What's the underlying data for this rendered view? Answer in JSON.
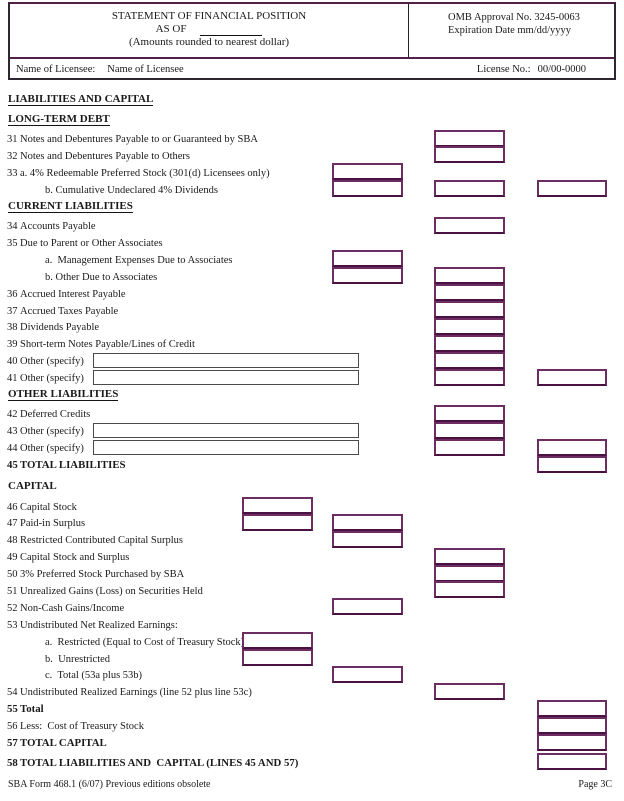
{
  "header": {
    "title": "STATEMENT OF FINANCIAL POSITION",
    "as_of_label": "AS OF",
    "subtitle": "(Amounts rounded to nearest dollar)",
    "omb_line1": "OMB Approval No. 3245-0063",
    "omb_line2": "Expiration Date  mm/dd/yyyy",
    "licensee_label": "Name of Licensee:",
    "licensee_value": "Name of Licensee",
    "license_no_label": "License No.:",
    "license_no_value": "00/00-0000"
  },
  "rows": [
    {
      "t": "h1",
      "label": "LIABILITIES AND CAPITAL"
    },
    {
      "t": "h2",
      "label": "LONG-TERM DEBT"
    },
    {
      "t": "item",
      "num": "31",
      "label": "Notes and Debentures Payable to or Guaranteed by SBA",
      "boxes": [
        "b"
      ]
    },
    {
      "t": "item",
      "num": "32",
      "label": "Notes and Debentures Payable to Others",
      "boxes": [
        "b"
      ]
    },
    {
      "t": "item",
      "num": "33",
      "label": "a. 4% Redeemable Preferred Stock (301(d) Licensees only)",
      "boxes": [
        "a"
      ]
    },
    {
      "t": "item",
      "num": "",
      "indent": 1,
      "label": "b. Cumulative Undeclared 4% Dividends",
      "boxes": [
        "a",
        "b",
        "c"
      ]
    },
    {
      "t": "h2",
      "label": "CURRENT LIABILITIES"
    },
    {
      "t": "item",
      "num": "34",
      "label": "Accounts Payable",
      "boxes": [
        "b"
      ]
    },
    {
      "t": "item",
      "num": "35",
      "label": "Due to Parent or Other Associates",
      "boxes": []
    },
    {
      "t": "item",
      "num": "",
      "indent": 1,
      "label": "a.  Management Expenses Due to Associates",
      "boxes": [
        "a"
      ]
    },
    {
      "t": "item",
      "num": "",
      "indent": 1,
      "label": "b. Other Due to Associates",
      "boxes": [
        "a",
        "b"
      ]
    },
    {
      "t": "item",
      "num": "36",
      "label": "Accrued Interest Payable",
      "boxes": [
        "b"
      ]
    },
    {
      "t": "item",
      "num": "37",
      "label": "Accrued Taxes Payable",
      "boxes": [
        "b"
      ]
    },
    {
      "t": "item",
      "num": "38",
      "label": "Dividends Payable",
      "boxes": [
        "b"
      ]
    },
    {
      "t": "item",
      "num": "39",
      "label": "Short-term Notes Payable/Lines of Credit",
      "boxes": [
        "b"
      ]
    },
    {
      "t": "item",
      "num": "40",
      "label": "Other (specify)",
      "input": true,
      "boxes": [
        "b"
      ]
    },
    {
      "t": "item",
      "num": "41",
      "label": "Other (specify)",
      "input": true,
      "boxes": [
        "b",
        "c"
      ]
    },
    {
      "t": "h2",
      "label": "OTHER LIABILITIES"
    },
    {
      "t": "item",
      "num": "42",
      "label": "Deferred Credits",
      "boxes": [
        "b"
      ]
    },
    {
      "t": "item",
      "num": "43",
      "label": "Other (specify)",
      "input": true,
      "boxes": [
        "b"
      ]
    },
    {
      "t": "item",
      "num": "44",
      "label": "Other (specify)",
      "input": true,
      "boxes": [
        "b",
        "c"
      ]
    },
    {
      "t": "item",
      "num": "45",
      "label": "TOTAL LIABILITIES",
      "bold": true,
      "boxes": [
        "c"
      ]
    },
    {
      "t": "h2",
      "label": "CAPITAL",
      "underline": false,
      "gapTop": true
    },
    {
      "t": "item",
      "num": "46",
      "label": "Capital Stock",
      "boxes": [
        "z"
      ]
    },
    {
      "t": "item",
      "num": "47",
      "label": "Paid-in Surplus",
      "boxes": [
        "z",
        "a"
      ]
    },
    {
      "t": "item",
      "num": "48",
      "label": "Restricted Contributed Capital Surplus",
      "boxes": [
        "a"
      ]
    },
    {
      "t": "item",
      "num": "49",
      "label": "Capital Stock and Surplus",
      "boxes": [
        "b"
      ]
    },
    {
      "t": "item",
      "num": "50",
      "label": "3% Preferred Stock Purchased by SBA",
      "boxes": [
        "b"
      ]
    },
    {
      "t": "item",
      "num": "51",
      "label": "Unrealized Gains (Loss) on Securities Held",
      "boxes": [
        "b"
      ]
    },
    {
      "t": "item",
      "num": "52",
      "label": "Non-Cash Gains/Income",
      "boxes": [
        "a"
      ]
    },
    {
      "t": "item",
      "num": "53",
      "label": "Undistributed Net Realized Earnings:",
      "boxes": []
    },
    {
      "t": "item",
      "num": "",
      "indent": 1,
      "label": "a.  Restricted (Equal to Cost of Treasury Stock)",
      "boxes": [
        "z"
      ]
    },
    {
      "t": "item",
      "num": "",
      "indent": 1,
      "label": "b.  Unrestricted",
      "boxes": [
        "z"
      ]
    },
    {
      "t": "item",
      "num": "",
      "indent": 1,
      "label": "c.  Total (53a plus 53b)",
      "boxes": [
        "a"
      ]
    },
    {
      "t": "item",
      "num": "54",
      "label": "Undistributed Realized Earnings (line 52 plus line 53c)",
      "boxes": [
        "b"
      ]
    },
    {
      "t": "item",
      "num": "55",
      "label": "Total",
      "bold": true,
      "boxes": [
        "c"
      ]
    },
    {
      "t": "item",
      "num": "56",
      "label": "Less:  Cost of Treasury Stock",
      "boxes": [
        "c"
      ]
    },
    {
      "t": "item",
      "num": "57",
      "label": "TOTAL CAPITAL",
      "bold": true,
      "boxes": [
        "c"
      ]
    },
    {
      "t": "item",
      "num": "58",
      "label": "TOTAL LIABILITIES AND  CAPITAL (LINES 45 AND 57)",
      "bold": true,
      "boxes": [
        "c"
      ],
      "gap": true
    }
  ],
  "footer": {
    "left": "SBA Form 468.1 (6/07) Previous editions obsolete",
    "right": "Page 3C"
  },
  "colors": {
    "ink": "#1a1a1a",
    "box_border": "#6b2d62",
    "box_border_dark": "#4a1240",
    "input_border": "#4a4a4a"
  }
}
